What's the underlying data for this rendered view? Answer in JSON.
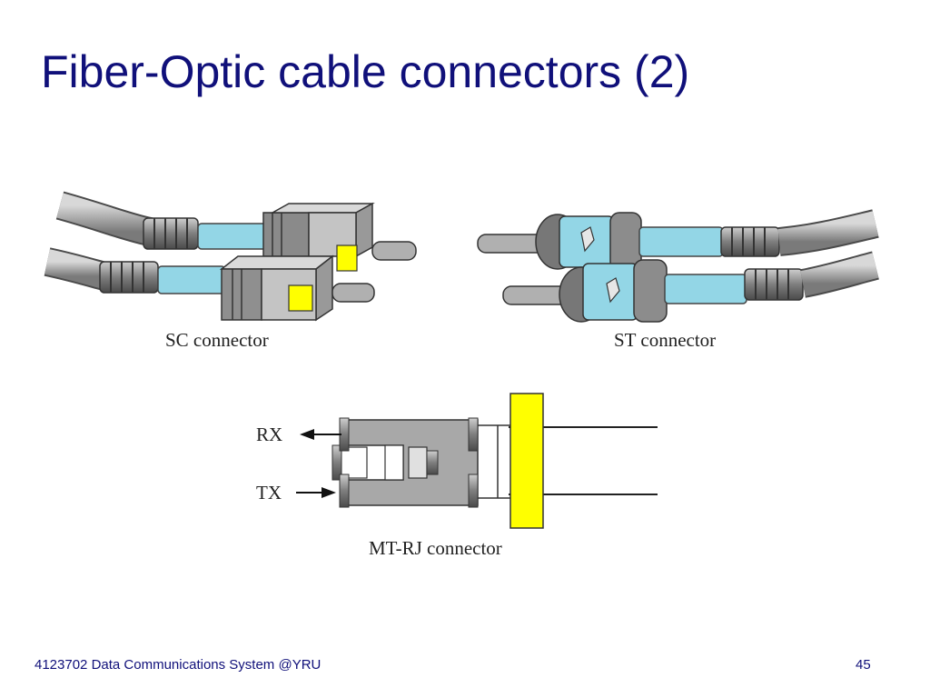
{
  "slide": {
    "title": "Fiber-Optic cable connectors (2)"
  },
  "figure": {
    "sc": {
      "label": "SC connector"
    },
    "st": {
      "label": "ST connector"
    },
    "mtrj": {
      "label": "MT-RJ connector",
      "rx_label": "RX",
      "tx_label": "TX"
    }
  },
  "colors": {
    "title_text": "#10107a",
    "cable_gray": "#a0a0a0",
    "boot_blue": "#93d6e6",
    "housing_gray": "#a8a8a8",
    "latch_yellow": "#ffff00"
  },
  "footer": {
    "course": "4123702 Data Communications System @YRU",
    "page_number": "45"
  }
}
